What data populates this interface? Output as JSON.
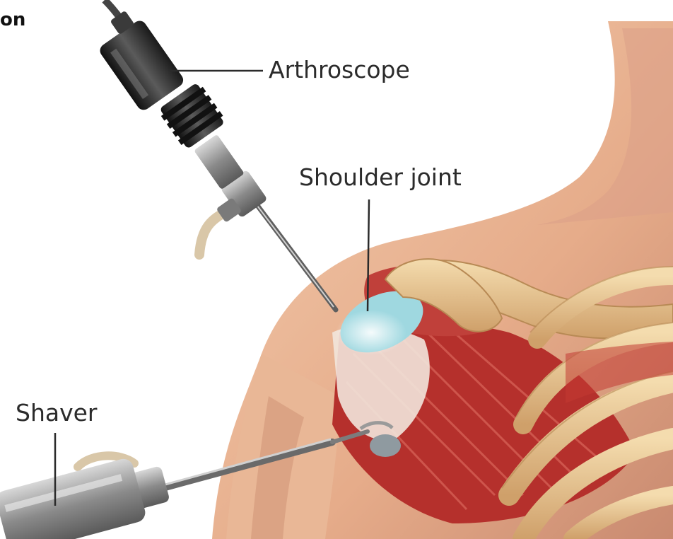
{
  "top_caption_fragment": "on",
  "labels": {
    "arthroscope": "Arthroscope",
    "shoulder_joint": "Shoulder joint",
    "shaver": "Shaver"
  },
  "colors": {
    "skin": "#e9b796",
    "skin_shadow": "#c98a70",
    "muscle": "#b5302c",
    "bone": "#e8c692",
    "joint_highlight": "#9fd8e0",
    "instrument_metal": "#9a9a9a",
    "instrument_dark": "#2a2a2a"
  }
}
